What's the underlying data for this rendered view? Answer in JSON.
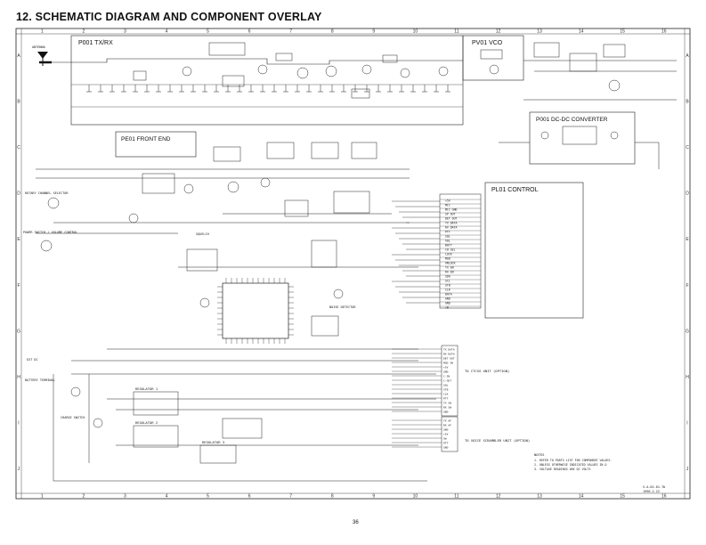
{
  "page": {
    "title": "12.  SCHEMATIC DIAGRAM AND COMPONENT OVERLAY",
    "page_number": "36"
  },
  "grid": {
    "columns": [
      "1",
      "2",
      "3",
      "4",
      "5",
      "6",
      "7",
      "8",
      "9",
      "10",
      "11",
      "12",
      "13",
      "14",
      "15",
      "16"
    ],
    "rows": [
      "A",
      "B",
      "C",
      "D",
      "E",
      "F",
      "G",
      "H",
      "I",
      "J"
    ]
  },
  "blocks": {
    "txrx": "P001  TX/RX",
    "vco": "PV01  VCO",
    "dcdc": "P001  DC-DC  CONVERTER",
    "front_end": "PE01  FRONT END",
    "control": "PL01  CONTROL"
  },
  "labels": {
    "antenna": "ANTENNA",
    "rotary_channel": "ROTARY CHANNEL SELECTOR",
    "power_switch": "POWER SWITCH / VOLUME CONTROL",
    "battery": "BATTERY TERMINAL",
    "ext_dc": "EXT DC",
    "regulator_1": "REGULATOR 1",
    "regulator_2": "REGULATOR 2",
    "regulator_3": "REGULATOR 3",
    "charge_switch": "CHARGE SWITCH",
    "squelch": "SQUELCH",
    "noise_detector": "NOISE DETECTOR",
    "to_ctcss": "TO CTCSS UNIT (OPTION)",
    "to_voice": "TO VOICE SCRAMBLER UNIT (OPTION)",
    "notes_title": "NOTES",
    "note_1": "1. REFER TO PARTS LIST FOR COMPONENT VALUES.",
    "note_2": "2. UNLESS OTHERWISE INDICATED VALUES IN Ω",
    "note_3": "3. VOLTAGE READINGS ARE DC VOLTS",
    "stamp": "S-A-02-01-Tb",
    "stamp_date": "1996-2-22"
  },
  "control_pins": [
    "+5V",
    "MIC",
    "MIC GND",
    "SP OUT",
    "DET OUT",
    "TX DATA",
    "RX DATA",
    "PTT",
    "SQL",
    "VOL",
    "BATT",
    "CH SEL",
    "LOCK",
    "MOD",
    "UNLOCK",
    "TX EN",
    "RX EN",
    "SDA",
    "SCL",
    "STB",
    "CLK",
    "DATA",
    "GND",
    "GND",
    "+B"
  ],
  "connector_pins": [
    "TX DATA",
    "RX DATA",
    "DET OUT",
    "MOD IN",
    "+5V",
    "GND",
    "C-IN",
    "C-OUT",
    "SQL",
    "STB",
    "CLK",
    "PTT",
    "TX SW",
    "RX SW",
    "GND"
  ],
  "connector2_pins": [
    "TX AF",
    "RX AF",
    "GND",
    "+5V",
    "SW",
    "PTT",
    "GND"
  ]
}
